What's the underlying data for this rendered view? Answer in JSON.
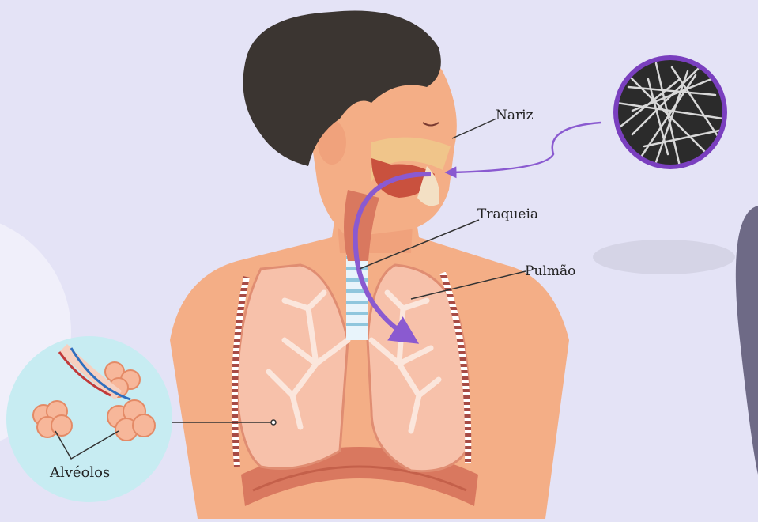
{
  "labels": {
    "nose": "Nariz",
    "trachea": "Traqueia",
    "lung": "Pulmão",
    "alveoli": "Alvéolos"
  },
  "colors": {
    "background": "#e4e3f6",
    "skin": "#f4ae86",
    "skin_shadow": "#e38d68",
    "hair": "#3b3531",
    "lung": "#f7c1aa",
    "airway": "#f0c58a",
    "arrow": "#8a5ad0",
    "inset_border": "#7a3fbf",
    "alveoli_inset": "#c7ecf2"
  }
}
